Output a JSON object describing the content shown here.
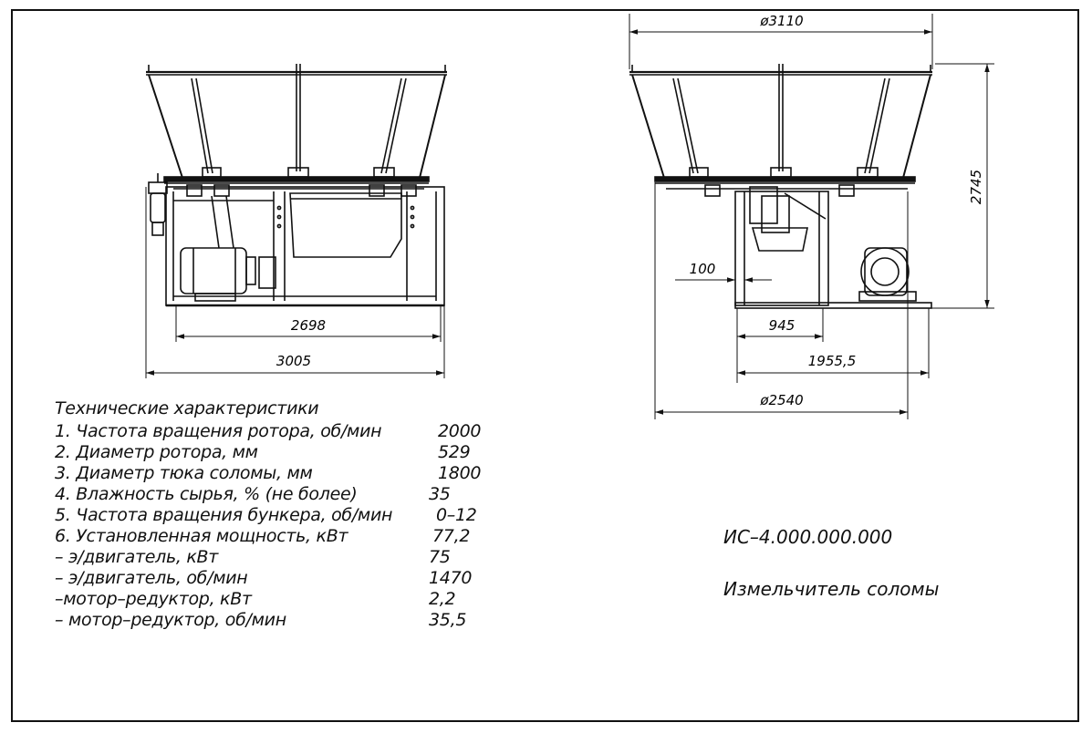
{
  "dimensions": {
    "left_view": {
      "width_inner": "2698",
      "width_total": "3005"
    },
    "right_view": {
      "hopper_diameter": "ø3110",
      "height": "2745",
      "offset": "100",
      "center_to_support": "945",
      "base_length": "1955,5",
      "table_diameter": "ø2540"
    }
  },
  "specs": {
    "title": "Технические характеристики",
    "items": [
      {
        "label": "1. Частота вращения ротора, об/мин",
        "value": "2000"
      },
      {
        "label": "2. Диаметр ротора, мм",
        "value": "529"
      },
      {
        "label": "3. Диаметр тюка соломы, мм",
        "value": "1800"
      },
      {
        "label": "4. Влажность сырья, % (не более)",
        "value": "35"
      },
      {
        "label": "5. Частота вращения бункера, об/мин",
        "value": "0–12"
      },
      {
        "label": "6. Установленная мощность, кВт",
        "value": "77,2"
      },
      {
        "label": "– э/двигатель, кВт",
        "value": "75"
      },
      {
        "label": "– э/двигатель, об/мин",
        "value": "1470"
      },
      {
        "label": "–мотор–редуктор, кВт",
        "value": "2,2"
      },
      {
        "label": "– мотор–редуктор, об/мин",
        "value": "35,5"
      }
    ]
  },
  "title_block": {
    "code": "ИС–4.000.000.000",
    "name": "Измельчитель соломы"
  }
}
